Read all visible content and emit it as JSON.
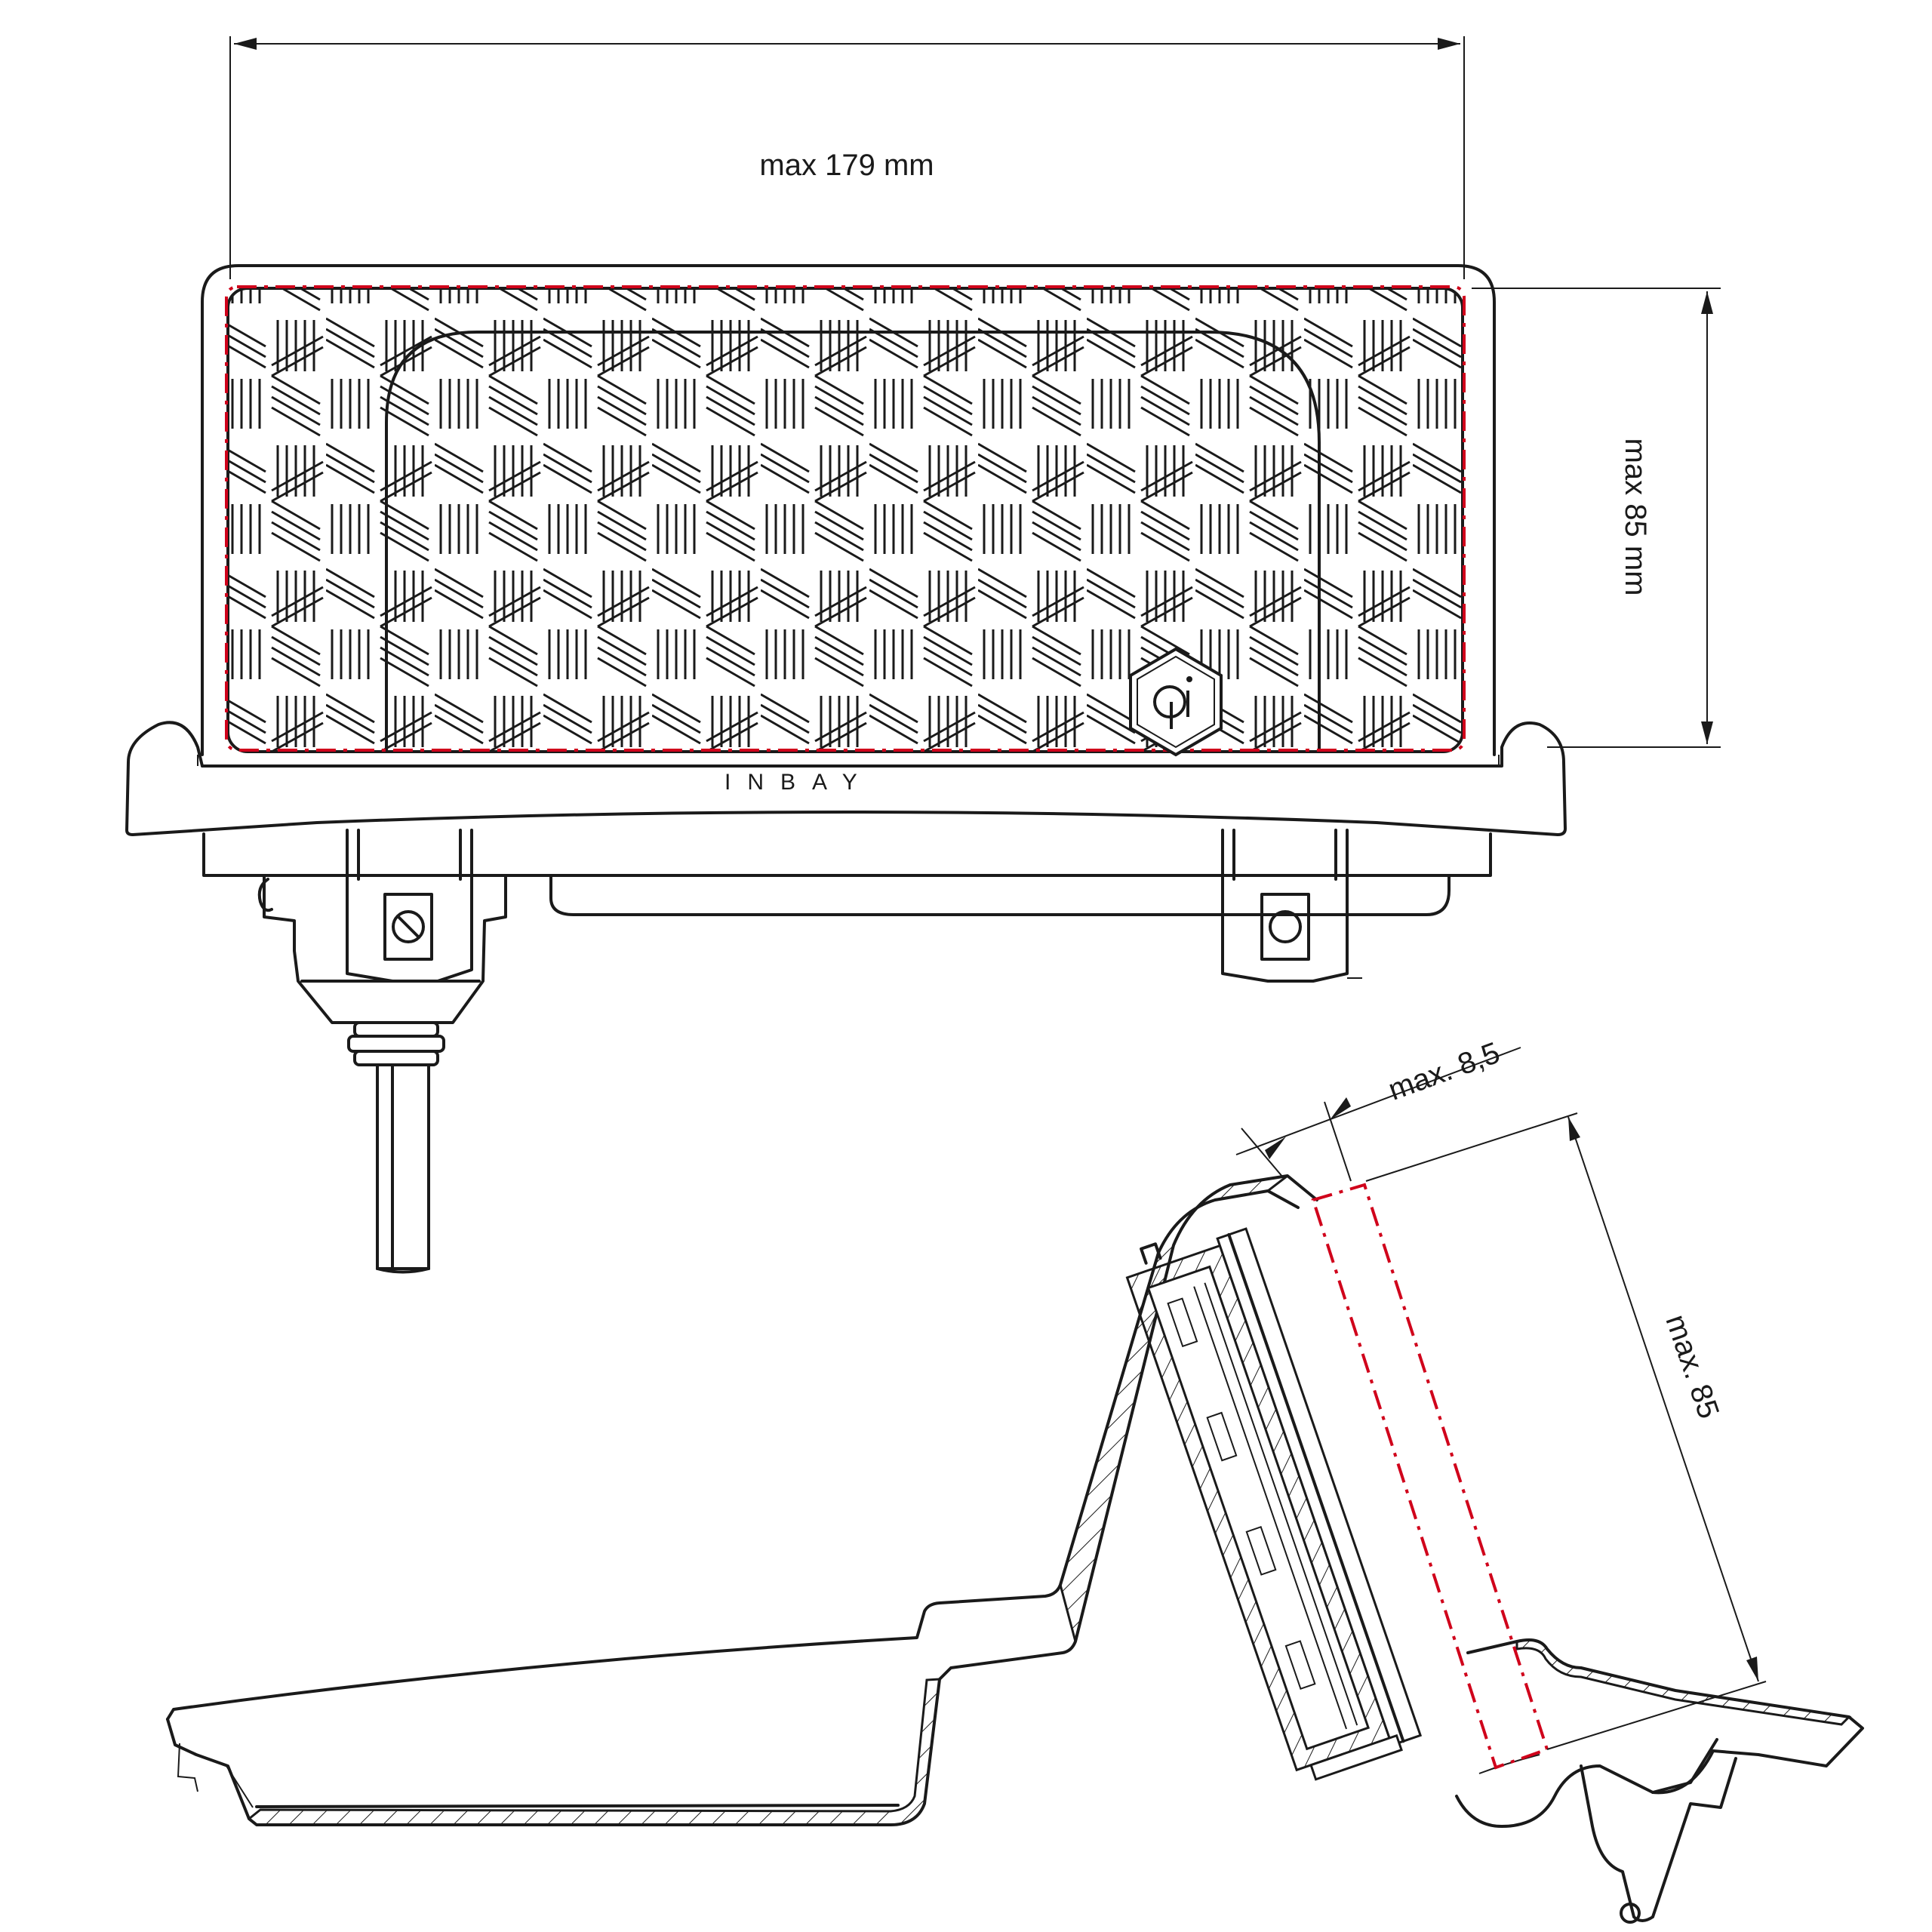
{
  "dimensions": {
    "width_label": "max 179 mm",
    "height_label": "max 85 mm",
    "thickness_label": "max. 8,5",
    "angled_height_label": "max. 85"
  },
  "branding": {
    "logo_text": "INBAY",
    "charging_standard_icon": "qi-logo-icon"
  },
  "colors": {
    "outline": "#1a1a1a",
    "device_envelope": "#d0021b"
  }
}
